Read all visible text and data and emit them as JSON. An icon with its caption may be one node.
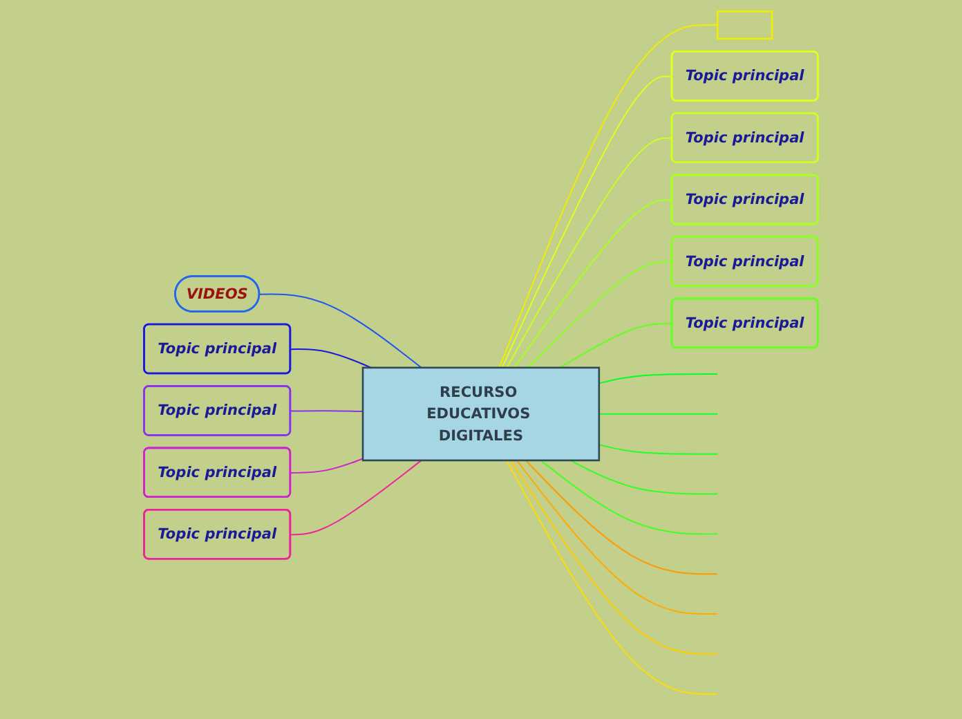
{
  "diagram": {
    "nodes": [
      {
        "text": [
          "RECURSO EDUCATIVOS DIGITALES"
        ]
      },
      {
        "text": [
          "VIDEOS"
        ]
      },
      {
        "text": [
          "Topic principal"
        ]
      },
      {
        "text": [
          "Topic principal"
        ]
      },
      {
        "text": [
          "Topic principal"
        ]
      },
      {
        "text": [
          "Topic principal"
        ]
      },
      {
        "text": [],
        "shape": "box"
      },
      {
        "text": [
          "Topic principal"
        ]
      },
      {
        "text": [
          "Topic principal"
        ]
      },
      {
        "text": [
          "Topic principal"
        ]
      },
      {
        "text": [
          "Topic principal"
        ]
      },
      {
        "text": [
          "Topic principal"
        ]
      }
    ],
    "edges": [
      {
        "from": 0,
        "to": 1,
        "arrow": "none",
        "color": "#2255ee"
      },
      {
        "from": 0,
        "to": 2,
        "arrow": "none",
        "color": "#1a1add"
      },
      {
        "from": 0,
        "to": 3,
        "arrow": "none",
        "color": "#8833ee"
      },
      {
        "from": 0,
        "to": 4,
        "arrow": "none",
        "color": "#cc22cc"
      },
      {
        "from": 0,
        "to": 5,
        "arrow": "none",
        "color": "#ee2299"
      },
      {
        "from": 0,
        "to": 6,
        "arrow": "none",
        "color": "#eeee00"
      },
      {
        "from": 0,
        "to": 7,
        "arrow": "none",
        "color": "#ddff22"
      },
      {
        "from": 0,
        "to": 8,
        "arrow": "none",
        "color": "#ccff22"
      },
      {
        "from": 0,
        "to": 9,
        "arrow": "none",
        "color": "#aaff22"
      },
      {
        "from": 0,
        "to": 10,
        "arrow": "none",
        "color": "#88ff22"
      },
      {
        "from": 0,
        "to": 11,
        "arrow": "none",
        "color": "#66ff22"
      },
      {
        "from": 0,
        "to": null,
        "arrow": "none",
        "color": "#00ff22"
      },
      {
        "from": 0,
        "to": null,
        "arrow": "none",
        "color": "#11ff33"
      },
      {
        "from": 0,
        "to": null,
        "arrow": "none",
        "color": "#22ff22"
      },
      {
        "from": 0,
        "to": null,
        "arrow": "none",
        "color": "#33ff22"
      },
      {
        "from": 0,
        "to": null,
        "arrow": "none",
        "color": "#44ff22"
      },
      {
        "from": 0,
        "to": null,
        "arrow": "none",
        "color": "#ff9900"
      },
      {
        "from": 0,
        "to": null,
        "arrow": "none",
        "color": "#ffaa00"
      },
      {
        "from": 0,
        "to": null,
        "arrow": "none",
        "color": "#ffcc00"
      },
      {
        "from": 0,
        "to": null,
        "arrow": "none",
        "color": "#ffdd00"
      }
    ]
  }
}
